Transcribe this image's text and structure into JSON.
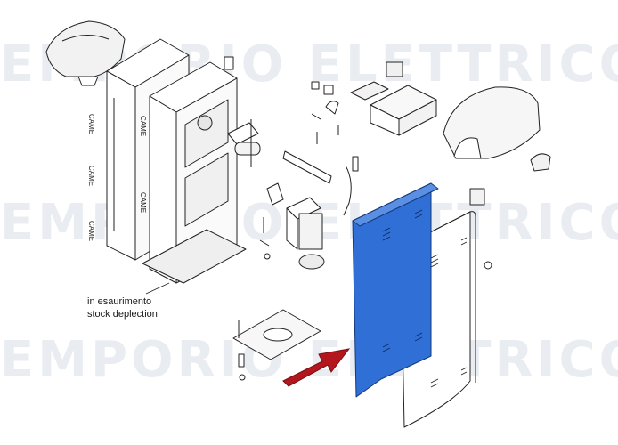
{
  "watermark": {
    "line1": "EMPORIO ELETTRICO",
    "line2": "EMPORIO ELETTRICO",
    "line3": "EMPORIO ELETTRICO"
  },
  "note": {
    "line1": "in esaurimento",
    "line2": "stock deplection"
  },
  "colors": {
    "highlight_panel": "#2f6fd6",
    "arrow": "#b3161c",
    "outline": "#222222",
    "watermark": "#e9edf2"
  }
}
